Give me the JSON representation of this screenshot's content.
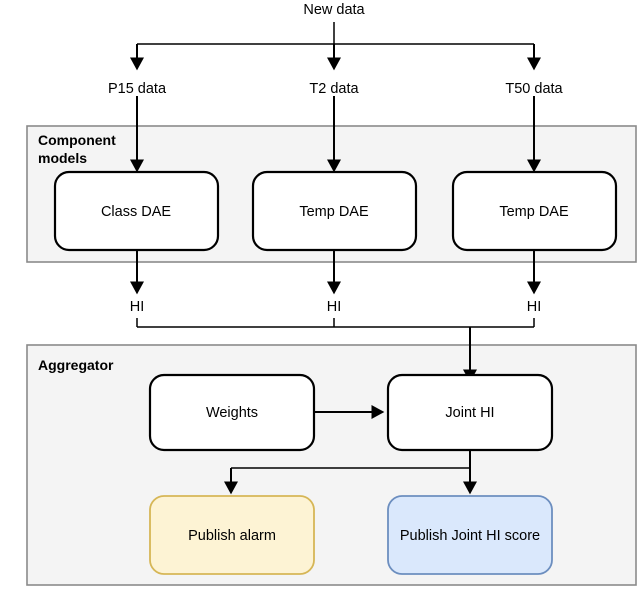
{
  "diagram": {
    "title_node": "New data",
    "flow_labels": [
      {
        "name": "p15",
        "text": "P15 data"
      },
      {
        "name": "t2",
        "text": "T2 data"
      },
      {
        "name": "t50",
        "text": "T50 data"
      }
    ],
    "hi_labels": [
      {
        "name": "hi-left",
        "text": "HI"
      },
      {
        "name": "hi-middle",
        "text": "HI"
      },
      {
        "name": "hi-right",
        "text": "HI"
      }
    ],
    "groups": [
      {
        "name": "component-models",
        "label_line1": "Component",
        "label_line2": "models"
      },
      {
        "name": "aggregator",
        "label_line1": "Aggregator",
        "label_line2": ""
      }
    ],
    "component_nodes": [
      {
        "name": "class-dae",
        "text": "Class DAE"
      },
      {
        "name": "temp-dae-1",
        "text": "Temp DAE"
      },
      {
        "name": "temp-dae-2",
        "text": "Temp DAE"
      }
    ],
    "aggregator_nodes": [
      {
        "name": "weights",
        "text": "Weights"
      },
      {
        "name": "joint-hi",
        "text": "Joint HI"
      }
    ],
    "output_nodes": [
      {
        "name": "publish-alarm",
        "text": "Publish alarm"
      },
      {
        "name": "publish-joint-hi-score",
        "text": "Publish Joint HI score"
      }
    ],
    "colors": {
      "group_fill": "#f4f4f4",
      "group_stroke": "#8a8a8a",
      "node_fill": "#ffffff",
      "node_stroke": "#000000",
      "alarm_fill": "#fdf3d4",
      "alarm_stroke": "#d6b656",
      "score_fill": "#dae8fc",
      "score_stroke": "#6c8ebf",
      "edge": "#000000"
    }
  }
}
